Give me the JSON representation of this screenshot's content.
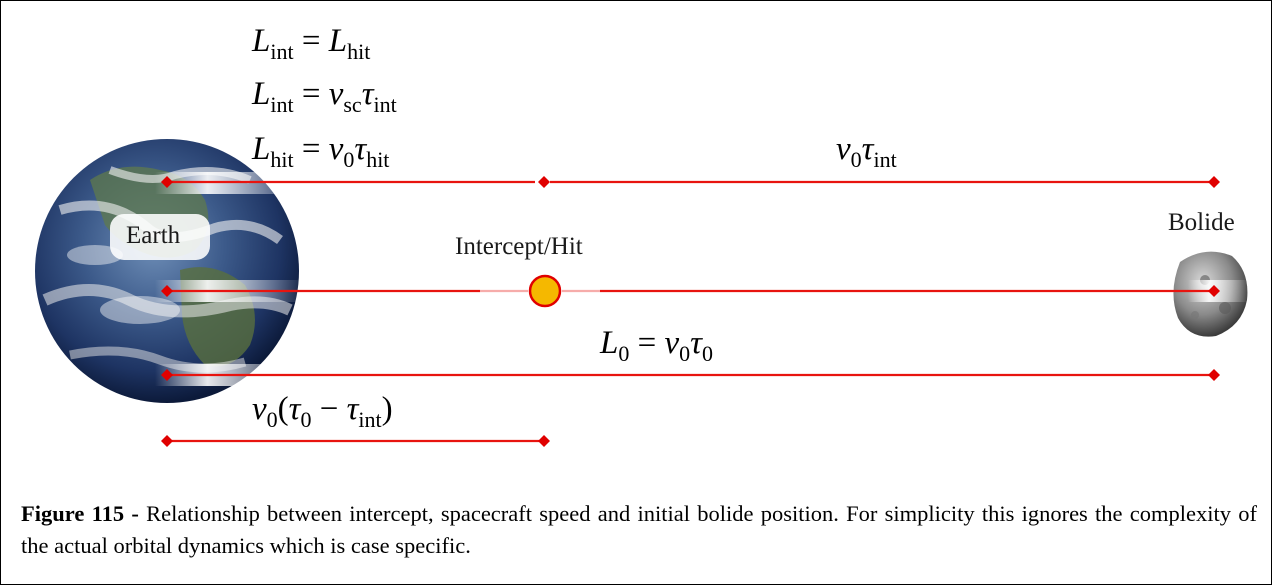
{
  "equations": {
    "eq1": {
      "lhs_var": "L",
      "lhs_sub": "int",
      "op": "=",
      "rhs_var": "L",
      "rhs_sub": "hit"
    },
    "eq2": {
      "lhs_var": "L",
      "lhs_sub": "int",
      "op": "=",
      "rhs_v": "v",
      "rhs_v_sub": "sc",
      "rhs_t": "τ",
      "rhs_t_sub": "int"
    },
    "eq3": {
      "lhs_var": "L",
      "lhs_sub": "hit",
      "op": "=",
      "rhs_v": "v",
      "rhs_v_sub": "0",
      "rhs_t": "τ",
      "rhs_t_sub": "hit"
    },
    "top_right": {
      "v": "v",
      "v_sub": "0",
      "t": "τ",
      "t_sub": "int"
    },
    "bottom_center": {
      "lhs": "L",
      "lhs_sub": "0",
      "op": "=",
      "v": "v",
      "v_sub": "0",
      "t": "τ",
      "t_sub": "0"
    },
    "bottom_left": {
      "v": "v",
      "v_sub": "0",
      "open": "(",
      "t1": "τ",
      "t1_sub": "0",
      "minus": "−",
      "t2": "τ",
      "t2_sub": "int",
      "close": ")"
    }
  },
  "labels": {
    "earth": "Earth",
    "bolide": "Bolide",
    "intercept": "Intercept/Hit"
  },
  "caption": {
    "figure_label": "Figure 115 -",
    "text": " Relationship between intercept, spacecraft speed and initial bolide position. For simplicity this ignores the complexity of the actual orbital dynamics which is case specific."
  },
  "colors": {
    "line": "#e8140f",
    "marker": "#e00000",
    "intercept_fill": "#f5b800",
    "intercept_stroke": "#e00000"
  }
}
